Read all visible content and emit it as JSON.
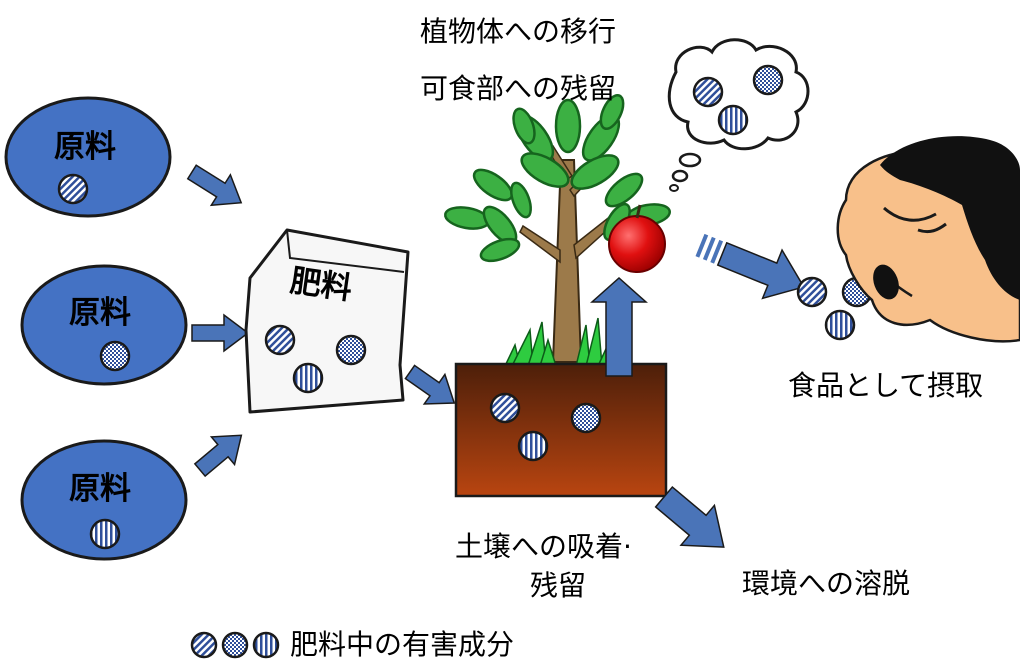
{
  "raw_material_label": "原料",
  "fertilizer_label": "肥料",
  "transfer_label": "植物体への移行",
  "residue_label": "可食部への残留",
  "intake_label": "食品として摂取",
  "soil_label_line1": "土壌への吸着·",
  "soil_label_line2": "残留",
  "leach_label": "環境への溶脱",
  "legend_label": "肥料中の有害成分",
  "colors": {
    "ellipse_fill": "#4472c4",
    "arrow_fill": "#4a74b8",
    "soil_top": "#4d1f0a",
    "soil_bottom": "#b94510",
    "leaf_fill": "#3cb043",
    "leaf_dark": "#16641e",
    "trunk_fill": "#9c7a4a",
    "apple_fill": "#e01010",
    "skin_fill": "#f8c08a",
    "hair_fill": "#111111"
  },
  "icons": [
    "diagonal-stripe-icon",
    "checker-pattern-icon",
    "vertical-stripe-icon"
  ]
}
